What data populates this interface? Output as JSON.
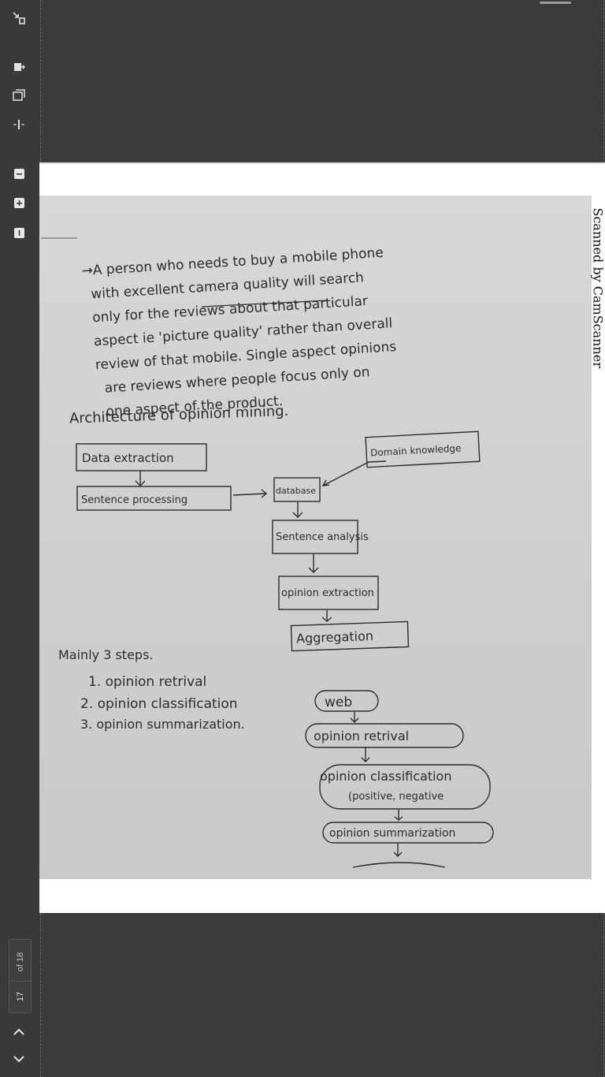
{
  "viewer": {
    "toolbar": {
      "fit_label": "fit-page-icon",
      "page_current": "17",
      "page_total": "of 18"
    }
  },
  "page": {
    "stamp": "Scanned by CamScanner",
    "intro_lines": [
      "→A person who needs to buy a mobile phone",
      "with excellent camera quality will search",
      "only for the reviews about that particular",
      "aspect ie 'picture quality' rather than overall",
      "review of that mobile. Single aspect opinions",
      "are reviews where people focus only on",
      "one aspect of the product."
    ],
    "heading": "Architecture of opinion mining.",
    "architecture": {
      "data_extraction": "Data extraction",
      "sentence_processing": "Sentence processing",
      "domain_knowledge": "Domain knowledge",
      "database": "database",
      "sentence_analysis": "Sentence analysis",
      "opinion_extraction": "opinion extraction",
      "aggregation": "Aggregation"
    },
    "steps": {
      "title": "Mainly 3 steps.",
      "items": [
        "1. opinion retrival",
        "2. opinion classification",
        "3. opinion summarization."
      ]
    },
    "flow": {
      "web": "web",
      "retrival": "opinion retrival",
      "classification": "opinion classification",
      "classification_sub": "(positive, negative",
      "summarization": "opinion summarization"
    }
  }
}
